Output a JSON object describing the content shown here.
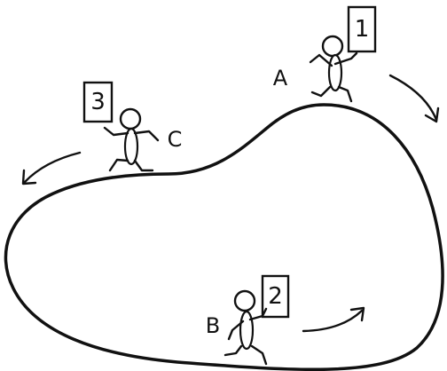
{
  "runners": [
    {
      "label": "A",
      "sign": "1"
    },
    {
      "label": "B",
      "sign": "2"
    },
    {
      "label": "C",
      "sign": "3"
    }
  ],
  "track": {
    "direction": "clockwise",
    "arrow_count": 3
  },
  "colors": {
    "ink": "#111111",
    "background": "#ffffff"
  }
}
